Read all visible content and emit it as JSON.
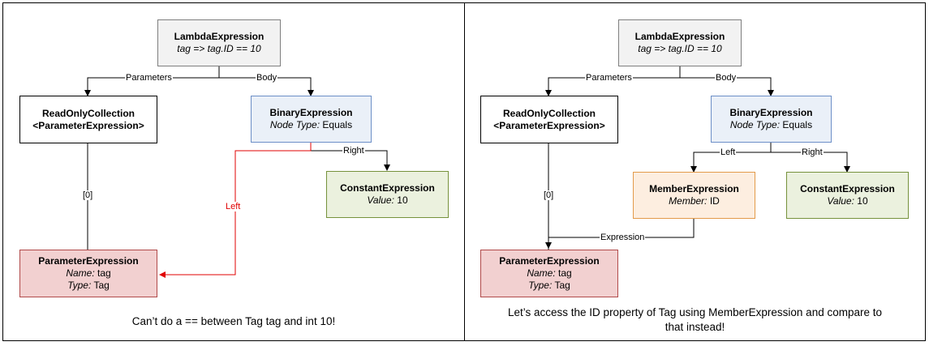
{
  "left": {
    "lambda": {
      "title": "LambdaExpression",
      "sub": "tag => tag.ID == 10"
    },
    "collection": {
      "title_line1": "ReadOnlyCollection",
      "title_line2": "<ParameterExpression>"
    },
    "binary": {
      "title": "BinaryExpression",
      "sub_key": "Node Type:",
      "sub_val": "Equals"
    },
    "constant": {
      "title": "ConstantExpression",
      "sub_key": "Value:",
      "sub_val": "10"
    },
    "param": {
      "title": "ParameterExpression",
      "name_key": "Name:",
      "name_val": "tag",
      "type_key": "Type:",
      "type_val": "Tag"
    },
    "edges": {
      "parameters": "Parameters",
      "body": "Body",
      "right": "Right",
      "left": "Left",
      "index": "[0]"
    },
    "caption": "Can’t do a == between Tag tag and int 10!"
  },
  "right": {
    "lambda": {
      "title": "LambdaExpression",
      "sub": "tag => tag.ID == 10"
    },
    "collection": {
      "title_line1": "ReadOnlyCollection",
      "title_line2": "<ParameterExpression>"
    },
    "binary": {
      "title": "BinaryExpression",
      "sub_key": "Node Type:",
      "sub_val": "Equals"
    },
    "member": {
      "title": "MemberExpression",
      "sub_key": "Member:",
      "sub_val": "ID"
    },
    "constant": {
      "title": "ConstantExpression",
      "sub_key": "Value:",
      "sub_val": "10"
    },
    "param": {
      "title": "ParameterExpression",
      "name_key": "Name:",
      "name_val": "tag",
      "type_key": "Type:",
      "type_val": "Tag"
    },
    "edges": {
      "parameters": "Parameters",
      "body": "Body",
      "left": "Left",
      "right": "Right",
      "index": "[0]",
      "expression": "Expression"
    },
    "caption_line1": "Let’s access the ID property of Tag using MemberExpression and compare to",
    "caption_line2": "that instead!"
  },
  "colors": {
    "error_edge": "#e00000",
    "edge": "#000000"
  }
}
